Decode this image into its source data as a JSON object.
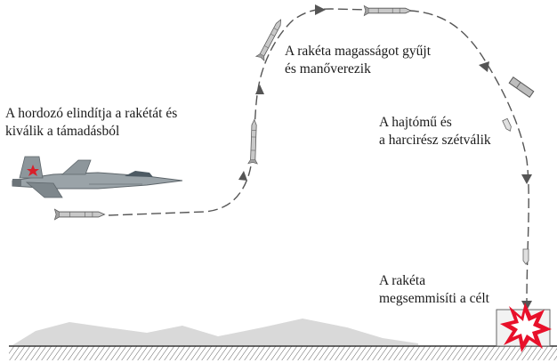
{
  "labels": {
    "launch": {
      "line1": "A hordozó elindítja a rakétát és",
      "line2": "kiválik a támadásból"
    },
    "climb": {
      "line1": "A rakéta magasságot gyűjt",
      "line2": "és manőverezik"
    },
    "separation": {
      "line1": "A hajtómű és",
      "line2": "a harcirész szétválik"
    },
    "impact": {
      "line1": "A rakéta",
      "line2": "megsemmisíti a célt"
    }
  },
  "colors": {
    "trajectory": "#555555",
    "missile_body": "#c8c8c8",
    "missile_stroke": "#555555",
    "aircraft": "#9aa3a8",
    "terrain": "#d9d9d9",
    "ground_hatch": "#444444",
    "explosion_outer": "#e8102a",
    "explosion_inner": "#ffffff",
    "star": "#d8202a"
  },
  "icons": [
    "fighter-jet-icon",
    "missile-icon",
    "explosion-icon",
    "red-star-icon"
  ]
}
